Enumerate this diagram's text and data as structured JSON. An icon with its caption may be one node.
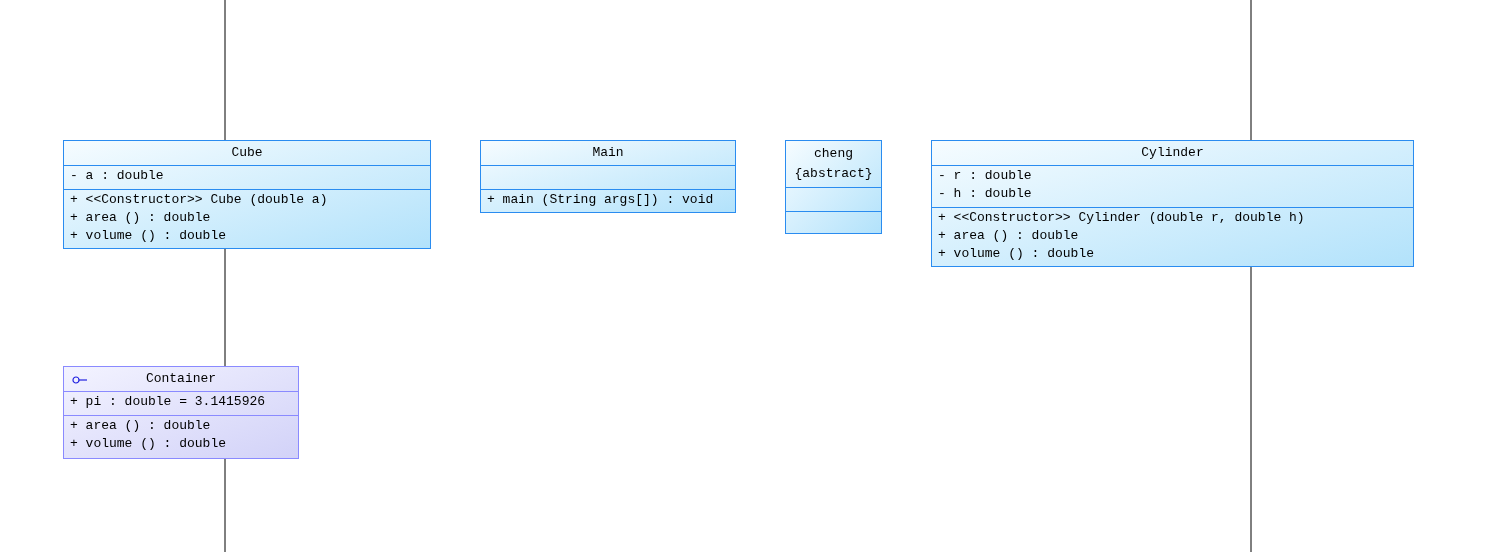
{
  "diagram": {
    "nodes": [
      {
        "text": [
          "Cube"
        ]
      },
      {
        "text": [
          "- a : double"
        ],
        "in": 0
      },
      {
        "text": [
          "+ <<Constructor>> Cube (double a)",
          "+ area () : double",
          "+ volume () : double"
        ],
        "in": 0
      },
      {
        "text": [
          "Main"
        ]
      },
      {
        "text": [],
        "shape": "box",
        "in": 3
      },
      {
        "text": [
          "+ main (String args[]) : void"
        ],
        "in": 3
      },
      {
        "text": [
          "cheng",
          "{abstract}"
        ]
      },
      {
        "text": [],
        "shape": "box",
        "in": 6
      },
      {
        "text": [],
        "shape": "box",
        "in": 6
      },
      {
        "text": [
          "Cylinder"
        ]
      },
      {
        "text": [
          "- r : double",
          "- h : double"
        ],
        "in": 9
      },
      {
        "text": [
          "+ <<Constructor>> Cylinder (double r, double h)",
          "+ area () : double",
          "+ volume () : double"
        ],
        "in": 9
      },
      {
        "text": [
          "Container"
        ]
      },
      {
        "text": [
          "+ pi : double = 3.1415926"
        ],
        "in": 12
      },
      {
        "text": [
          "+ area () : double",
          "+ volume () : double"
        ],
        "in": 12
      }
    ],
    "edges": [
      {
        "from": null,
        "to": 0,
        "arrow": "none"
      },
      {
        "from": 0,
        "to": 12,
        "arrow": "none"
      },
      {
        "from": 12,
        "to": null,
        "arrow": "none"
      },
      {
        "from": null,
        "to": 9,
        "arrow": "none"
      },
      {
        "from": 9,
        "to": null,
        "arrow": "none"
      }
    ]
  }
}
